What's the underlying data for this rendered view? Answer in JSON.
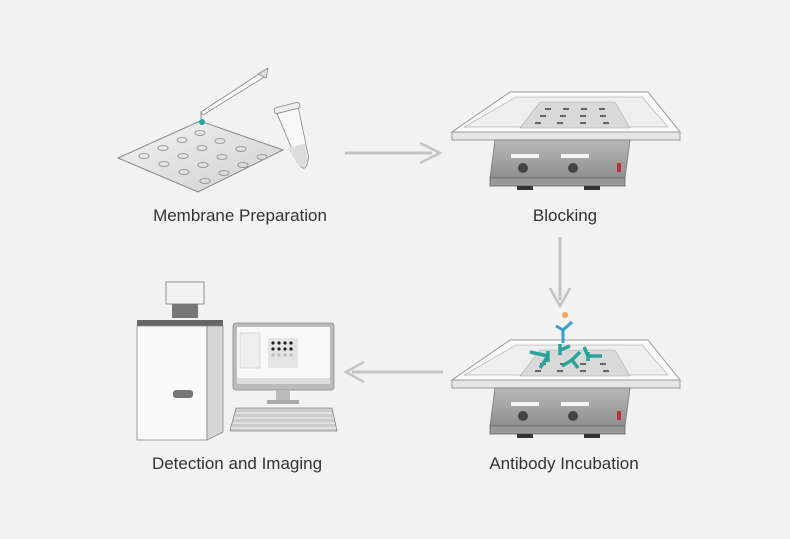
{
  "steps": [
    {
      "label": "Membrane Preparation"
    },
    {
      "label": "Blocking"
    },
    {
      "label": "Antibody Incubation"
    },
    {
      "label": "Detection and Imaging"
    }
  ],
  "colors": {
    "background": "#f2f2f2",
    "arrow": "#c4c4c4",
    "antibody_teal": "#2aa39a",
    "antibody_blue": "#3a9fd0",
    "antigen_orange": "#f0a860",
    "indicator_red": "#c0303a"
  }
}
